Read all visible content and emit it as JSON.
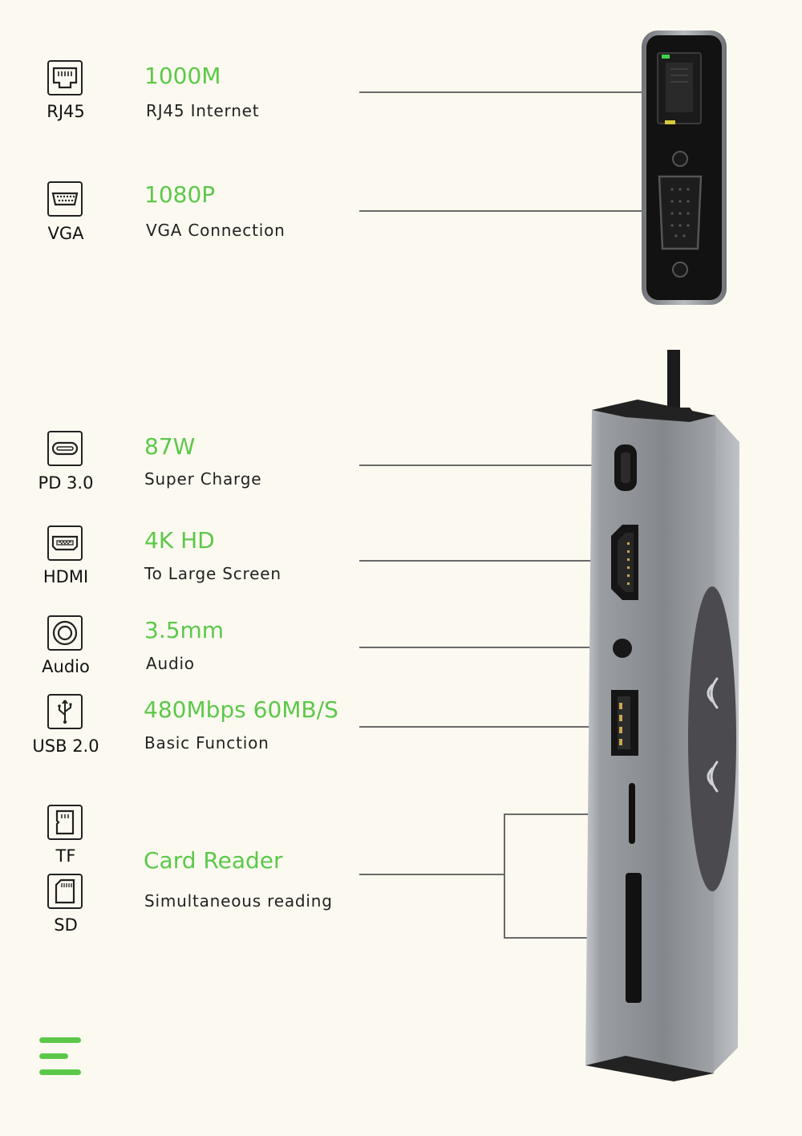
{
  "features": [
    {
      "icon_name": "rj45-icon",
      "icon_label": "RJ45",
      "headline": "1000M",
      "subtitle": "RJ45 Internet"
    },
    {
      "icon_name": "vga-icon",
      "icon_label": "VGA",
      "headline": "1080P",
      "subtitle": "VGA Connection"
    },
    {
      "icon_name": "usb-c-icon",
      "icon_label": "PD 3.0",
      "headline": "87W",
      "subtitle": "Super Charge"
    },
    {
      "icon_name": "hdmi-icon",
      "icon_label": "HDMI",
      "headline": "4K HD",
      "subtitle": "To Large Screen"
    },
    {
      "icon_name": "audio-icon",
      "icon_label": "Audio",
      "headline": "3.5mm",
      "subtitle": "Audio"
    },
    {
      "icon_name": "usb-icon",
      "icon_label": "USB 2.0",
      "headline": "480Mbps  60MB/S",
      "subtitle": "Basic Function"
    }
  ],
  "card_reader": {
    "tf_icon_name": "tf-card-icon",
    "tf_label": "TF",
    "sd_icon_name": "sd-card-icon",
    "sd_label": "SD",
    "headline": "Card Reader",
    "subtitle": "Simultaneous reading"
  },
  "menu_icon": "hamburger-menu-icon",
  "colors": {
    "accent": "#5cc84a",
    "background": "#fcfaf0",
    "text": "#222222",
    "device_body": "#8e9298",
    "port_panel": "#1a1a1a"
  }
}
